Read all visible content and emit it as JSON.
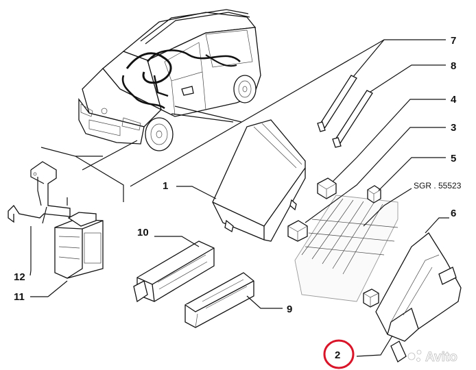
{
  "labels": {
    "l1": "1",
    "l2": "2",
    "l3": "3",
    "l4": "4",
    "l5": "5",
    "l6": "6",
    "l7": "7",
    "l8": "8",
    "l9": "9",
    "l10": "10",
    "l11": "11",
    "l12": "12"
  },
  "drawing_ref": "SGR . 55523",
  "watermark": "Avito",
  "highlight_color": "#d9152a"
}
